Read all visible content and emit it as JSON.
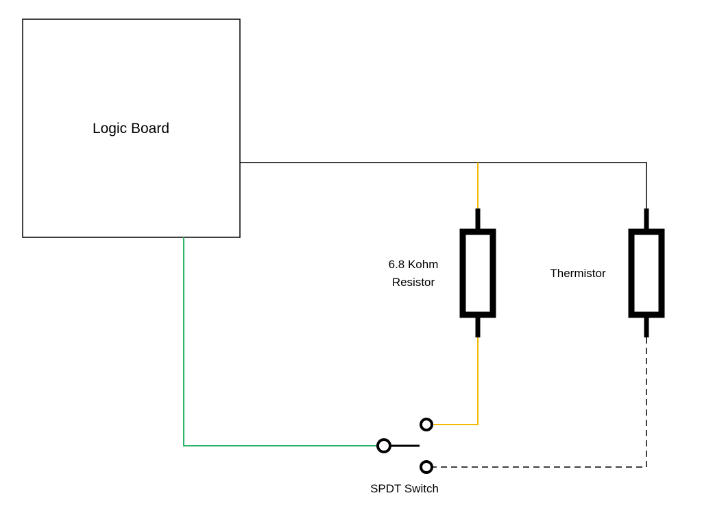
{
  "diagram": {
    "labels": {
      "logic_board": "Logic Board",
      "resistor_line1": "6.8 Kohm",
      "resistor_line2": "Resistor",
      "thermistor": "Thermistor",
      "switch": "SPDT Switch"
    },
    "colors": {
      "background": "#ffffff",
      "wire_black": "#000000",
      "wire_yellow": "#f5b800",
      "wire_green": "#2bb56b",
      "component": "#000000"
    },
    "icons": {
      "resistor": "resistor-symbol",
      "thermistor": "resistor-symbol",
      "switch_terminal": "circle-terminal"
    }
  }
}
